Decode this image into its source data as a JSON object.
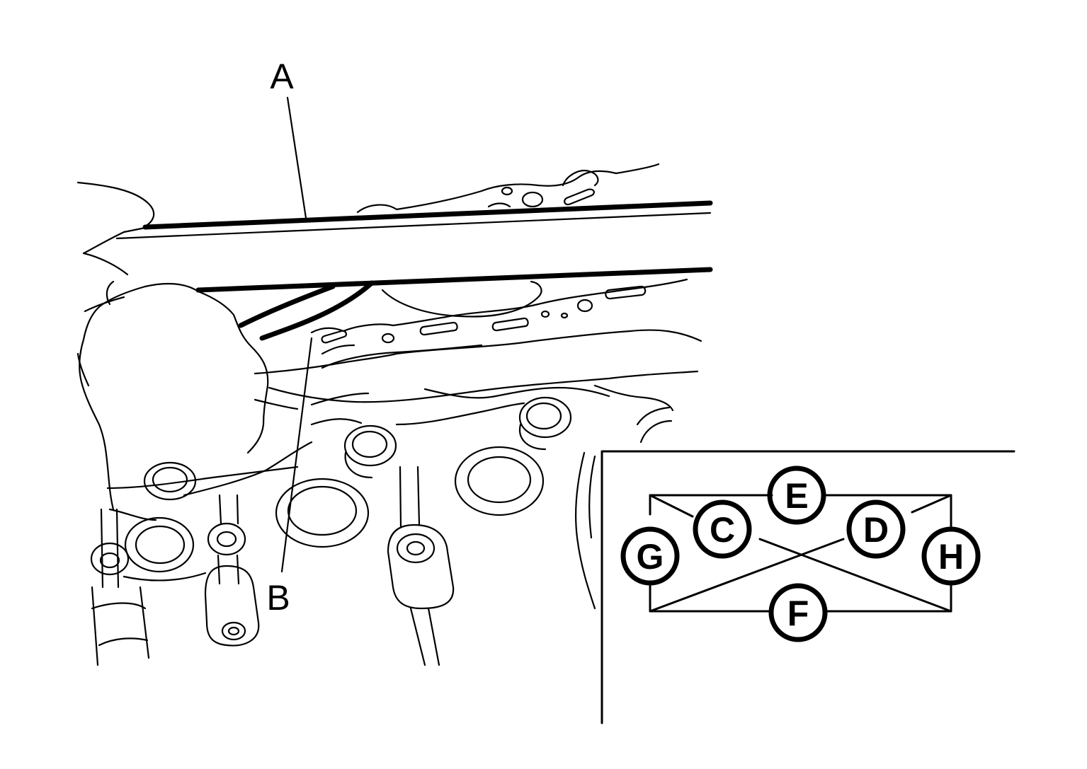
{
  "callouts": {
    "a": "A",
    "b": "B"
  },
  "sequence": {
    "c": "C",
    "d": "D",
    "e": "E",
    "f": "F",
    "g": "G",
    "h": "H"
  }
}
